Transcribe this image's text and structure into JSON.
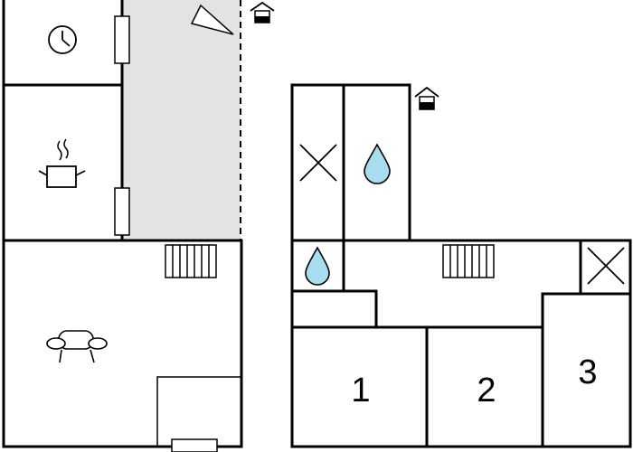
{
  "plan": {
    "colors": {
      "wall": "#000000",
      "terrace": "#e3e3e3",
      "water": "#a8dcef",
      "background": "#ffffff"
    },
    "icons": [
      "clock-icon",
      "cooking-pot-icon",
      "sofa-icon",
      "staircase-icon",
      "water-drop-icon",
      "wc-cross-icon",
      "entrance-house-icon",
      "terrace-triangle-icon"
    ],
    "bedrooms": [
      {
        "label": "1"
      },
      {
        "label": "2"
      },
      {
        "label": "3"
      }
    ]
  }
}
